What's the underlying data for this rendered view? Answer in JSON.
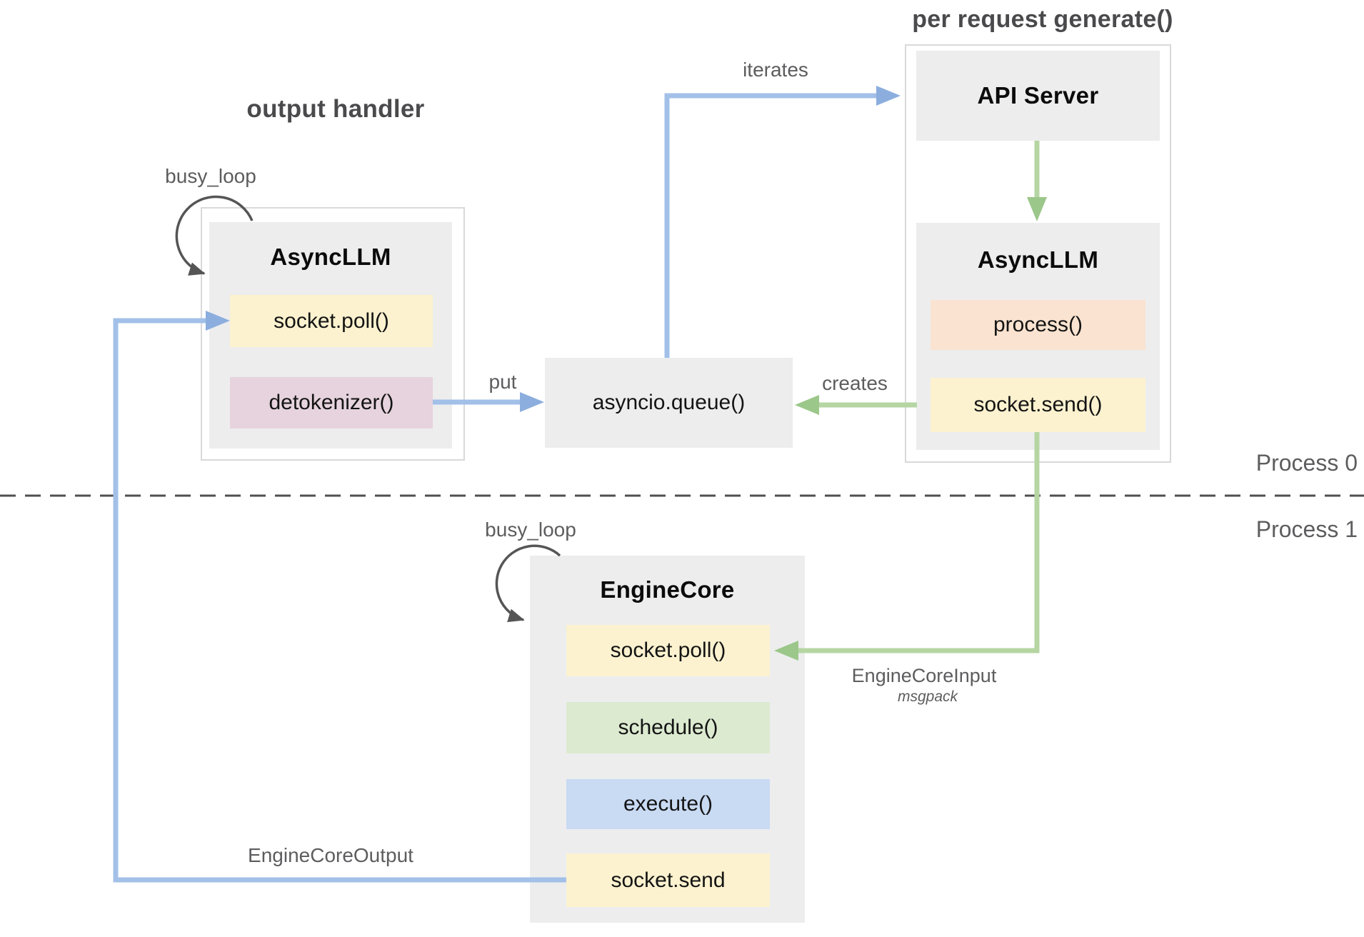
{
  "titles": {
    "output_handler": "output handler",
    "per_request_generate": "per request generate()"
  },
  "nodes": {
    "left_asyncllm": {
      "title": "AsyncLLM",
      "socket_poll": "socket.poll()",
      "detokenizer": "detokenizer()"
    },
    "queue": {
      "label": "asyncio.queue()"
    },
    "api_server": {
      "title": "API Server"
    },
    "right_asyncllm": {
      "title": "AsyncLLM",
      "process": "process()",
      "socket_send": "socket.send()"
    },
    "engine_core": {
      "title": "EngineCore",
      "socket_poll": "socket.poll()",
      "schedule": "schedule()",
      "execute": "execute()",
      "socket_send": "socket.send"
    }
  },
  "annotations": {
    "busy_loop_left": "busy_loop",
    "busy_loop_engine": "busy_loop",
    "put": "put",
    "iterates": "iterates",
    "creates": "creates",
    "engine_core_input": "EngineCoreInput",
    "msgpack": "msgpack",
    "engine_core_output": "EngineCoreOutput",
    "process_0": "Process 0",
    "process_1": "Process 1"
  },
  "colors": {
    "box_gray": "#ededee",
    "container_border": "#d9d9d9",
    "yellow": "#fcf2cf",
    "pink": "#e6d3dd",
    "peach": "#fae3d0",
    "green_fill": "#dcead0",
    "blue_fill": "#c9daf3",
    "blue_line": "#a2c0e8",
    "blue_head": "#8caede",
    "green_line": "#b5d6a3",
    "green_head": "#9cc78a",
    "arc": "#555555",
    "divider": "#4f4f4f",
    "title_gray": "#4a4a4c",
    "label_gray": "#5d5d5f",
    "text_black": "#141414"
  }
}
